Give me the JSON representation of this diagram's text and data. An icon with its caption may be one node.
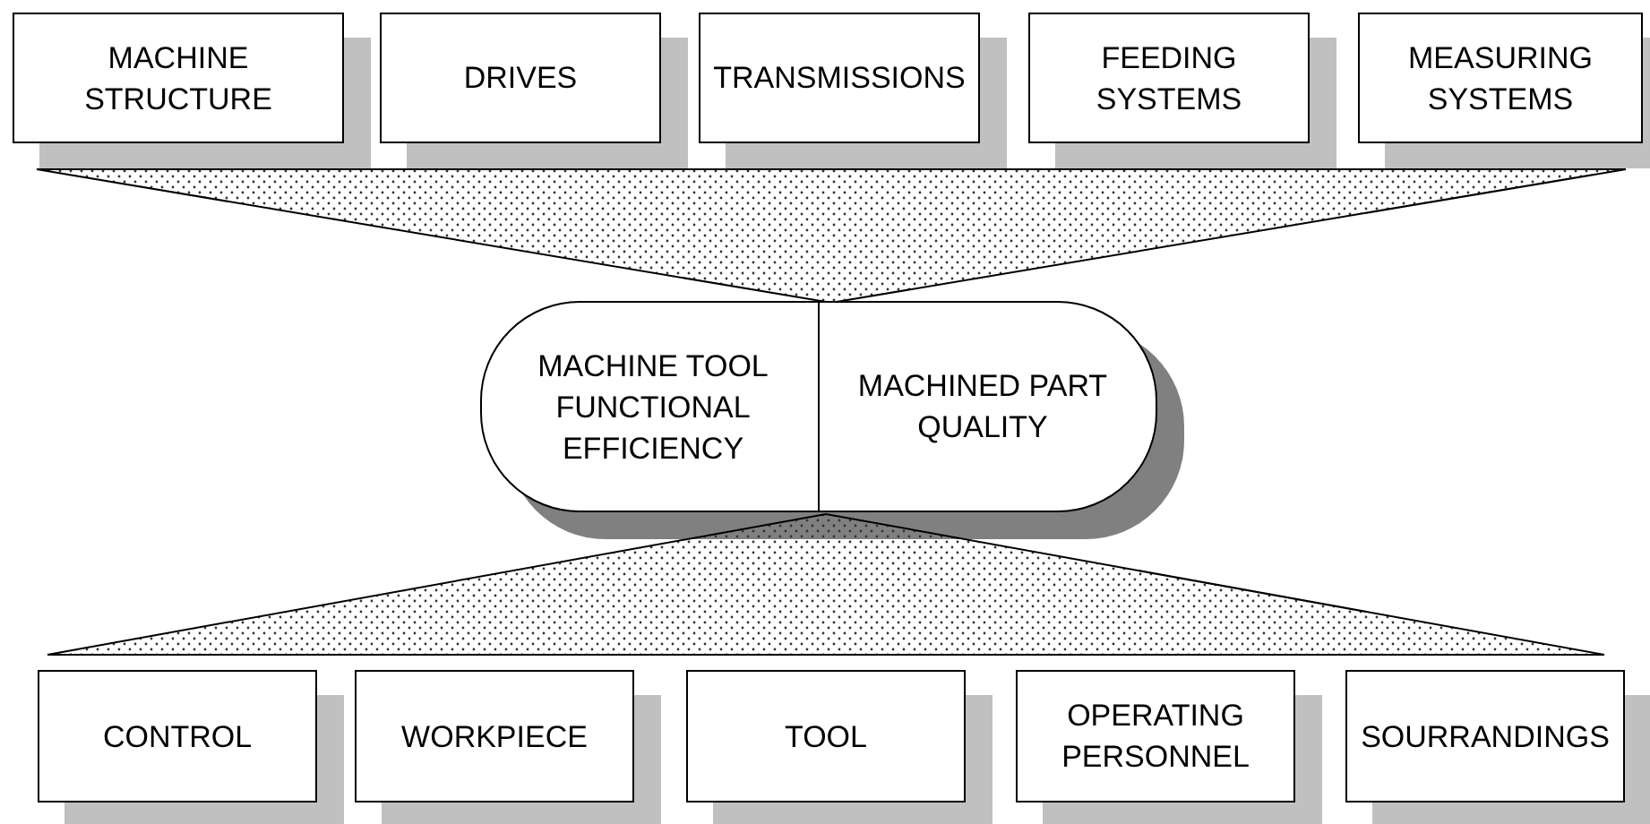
{
  "diagram": {
    "nodes": [
      {
        "text": [
          "MACHINE STRUCTURE"
        ]
      },
      {
        "text": [
          "DRIVES"
        ]
      },
      {
        "text": [
          "TRANSMISSIONS"
        ]
      },
      {
        "text": [
          "FEEDING SYSTEMS"
        ]
      },
      {
        "text": [
          "MEASURING SYSTEMS"
        ]
      },
      {
        "text": [],
        "shape": "triangle"
      },
      {
        "text": [
          "MACHINE TOOL FUNCTIONAL EFFICIENCY",
          "MACHINED PART QUALITY"
        ]
      },
      {
        "text": [],
        "shape": "triangle"
      },
      {
        "text": [
          "CONTROL"
        ]
      },
      {
        "text": [
          "WORKPIECE"
        ]
      },
      {
        "text": [
          "TOOL"
        ]
      },
      {
        "text": [
          "OPERATING PERSONNEL"
        ]
      },
      {
        "text": [
          "SOURRANDINGS"
        ]
      }
    ]
  }
}
